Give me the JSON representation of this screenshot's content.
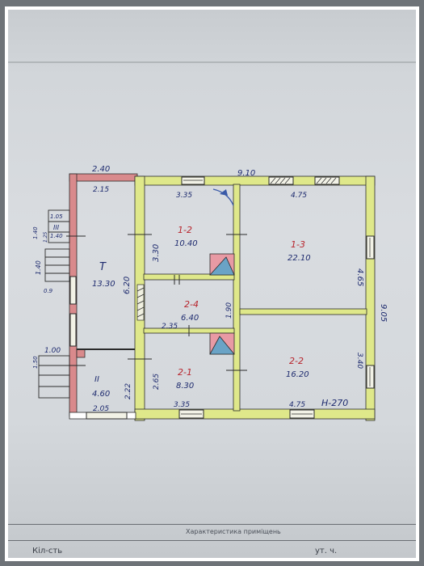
{
  "rooms": [
    {
      "id": "T",
      "area": "13.30"
    },
    {
      "id": "II",
      "area": "4.60"
    },
    {
      "id": "1-2",
      "area": "10.40"
    },
    {
      "id": "1-3",
      "area": "22.10"
    },
    {
      "id": "2-4",
      "area": "6.40"
    },
    {
      "id": "2-1",
      "area": "8.30"
    },
    {
      "id": "2-2",
      "area": "16.20"
    },
    {
      "id": "III",
      "area": "1.40"
    }
  ],
  "dimensions": {
    "top_left": "2.40",
    "top_total": "9.10",
    "t_top": "2.15",
    "r12_top": "3.35",
    "r13_top": "4.75",
    "t_height": "6.20",
    "r12_height": "3.30",
    "r13_height": "4.65",
    "overall_height": "9.05",
    "r24_width": "2.35",
    "r24_height": "1.90",
    "r22_height": "3.40",
    "r21_height": "2.65",
    "r2_height": "2.22",
    "r21_bottom": "3.35",
    "r22_bottom": "4.75",
    "r2_bottom": "2.05",
    "entry_width": "1.00",
    "steps_height": "1.40",
    "porch_a": "1.40",
    "porch_b": "1.05",
    "porch_c": "1.25",
    "porch_d": "0.9",
    "porch_e": "1.50",
    "code": "Н-270"
  },
  "footer": {
    "title": "Характеристика приміщень",
    "col_left": "Кіл-сть",
    "col_right": "ут. ч."
  },
  "colors": {
    "wall_yellow": "#dfe88a",
    "wall_red": "#d98a8c",
    "ink": "#1d2a6e",
    "red_ink": "#b8262e"
  }
}
